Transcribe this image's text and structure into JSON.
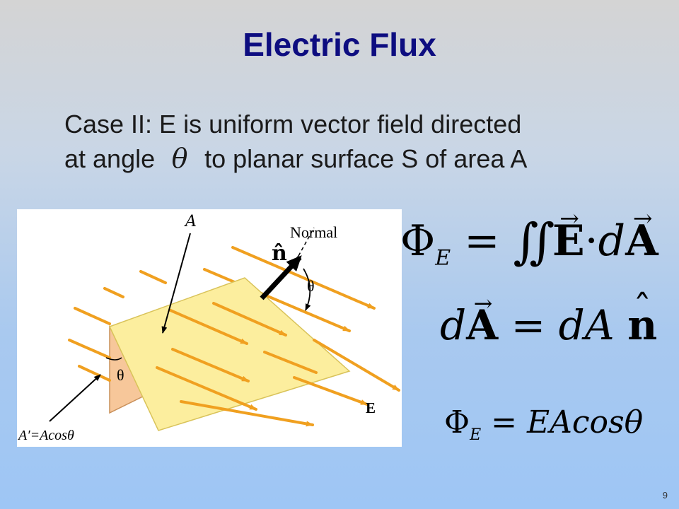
{
  "slide": {
    "title": "Electric Flux",
    "line1": "Case II:  E is uniform vector field directed",
    "line2_before": "at angle",
    "line2_after": "to planar surface S of area A",
    "theta_symbol": "θ",
    "page_number": "9"
  },
  "figure": {
    "label_area": "A",
    "label_normal": "Normal",
    "label_theta_top": "θ",
    "label_theta_side": "θ",
    "label_field": "E",
    "label_projected": "A′=Acosθ",
    "label_n_hat": "n̂",
    "colors": {
      "surface": "#fcee9e",
      "surface_edge": "#d9c35a",
      "projection": "#f7c79a",
      "field_lines": "#f0a020",
      "normal_arrow": "#000000"
    }
  },
  "equations": {
    "eq1": {
      "lhs": "Φ",
      "lhs_sub": "E",
      "op": "=",
      "integral": "∬",
      "E": "E",
      "dot": "·",
      "d": "d",
      "A": "A"
    },
    "eq2": {
      "d1": "d",
      "A1": "A",
      "op": "=",
      "d2": "d",
      "A2": "A",
      "n": "n"
    },
    "eq3": {
      "lhs": "Φ",
      "lhs_sub": "E",
      "op": "=",
      "rhs": "EAcos",
      "theta": "θ"
    }
  }
}
